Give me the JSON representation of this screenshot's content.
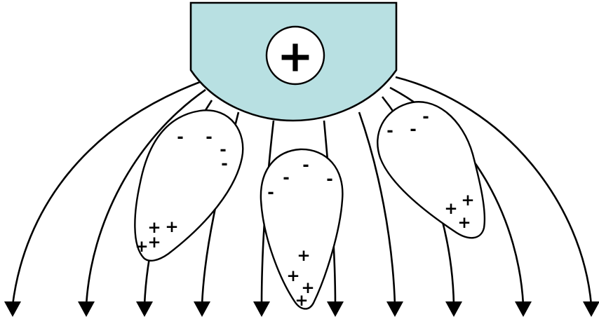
{
  "electrode": {
    "charge_symbol": "+"
  },
  "droplets": [
    {
      "id": "left",
      "negative_symbol": "-",
      "positive_symbol": "+"
    },
    {
      "id": "center",
      "negative_symbol": "-",
      "positive_symbol": "+"
    },
    {
      "id": "right",
      "negative_symbol": "-",
      "positive_symbol": "+"
    }
  ]
}
